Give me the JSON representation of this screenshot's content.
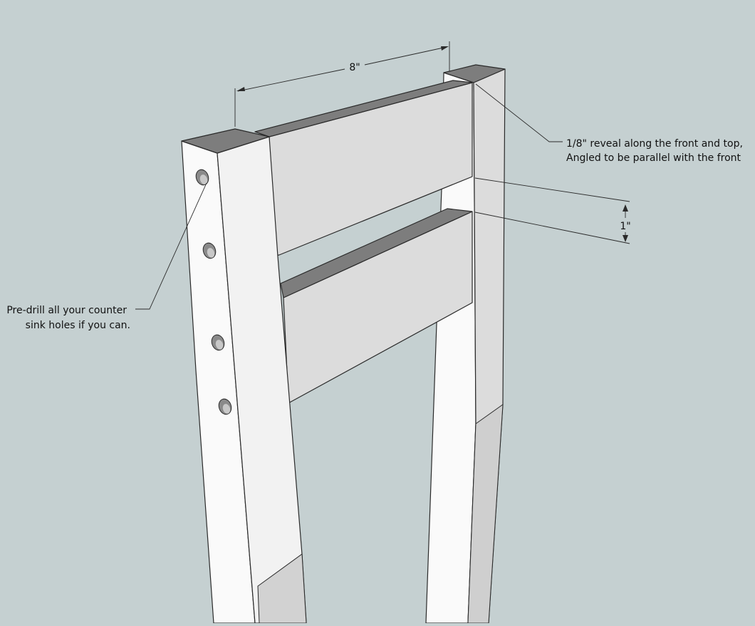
{
  "colors": {
    "background": "#c5d0d1",
    "board_face": "#fafafa",
    "board_side": "#dcdcdc",
    "board_top": "#7d7d7d",
    "shadow": "#bdbdbd",
    "edge": "#2a2a2a"
  },
  "dimensions": {
    "width_label": "8\"",
    "gap_label": "1\""
  },
  "callouts": {
    "reveal_line1": "1/8\" reveal along the front and top,",
    "reveal_line2": "Angled to be parallel with the front",
    "predrill_line1": "Pre-drill all your counter",
    "predrill_line2": "sink holes if you can."
  },
  "holes": [
    {
      "name": "hole-1"
    },
    {
      "name": "hole-2"
    },
    {
      "name": "hole-3"
    },
    {
      "name": "hole-4"
    }
  ]
}
